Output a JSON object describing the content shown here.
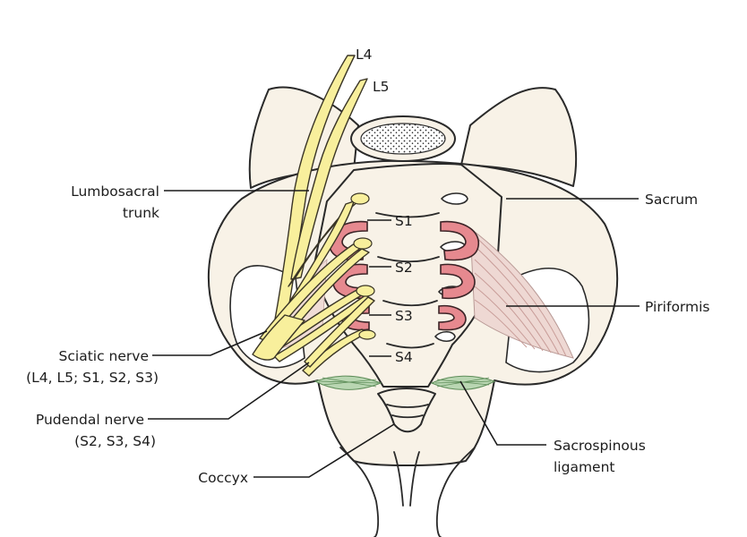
{
  "labels": {
    "l4": "L4",
    "l5": "L5",
    "lumbosacral_1": "Lumbosacral",
    "lumbosacral_2": "trunk",
    "sacrum": "Sacrum",
    "s1": "S1",
    "s2": "S2",
    "s3": "S3",
    "s4": "S4",
    "piriformis": "Piriformis",
    "sciatic_1": "Sciatic nerve",
    "sciatic_2": "(L4, L5; S1, S2, S3)",
    "pudendal_1": "Pudendal nerve",
    "pudendal_2": "(S2, S3, S4)",
    "coccyx": "Coccyx",
    "sacrospinous_1": "Sacrospinous",
    "sacrospinous_2": "ligament"
  },
  "colors": {
    "bone": "#f8f2e7",
    "nerve": "#f8ef9c",
    "foramen": "#e6898f",
    "muscle": "#e9c8c3",
    "ligament": "#7fae7a",
    "outline": "#2a2a2a"
  }
}
